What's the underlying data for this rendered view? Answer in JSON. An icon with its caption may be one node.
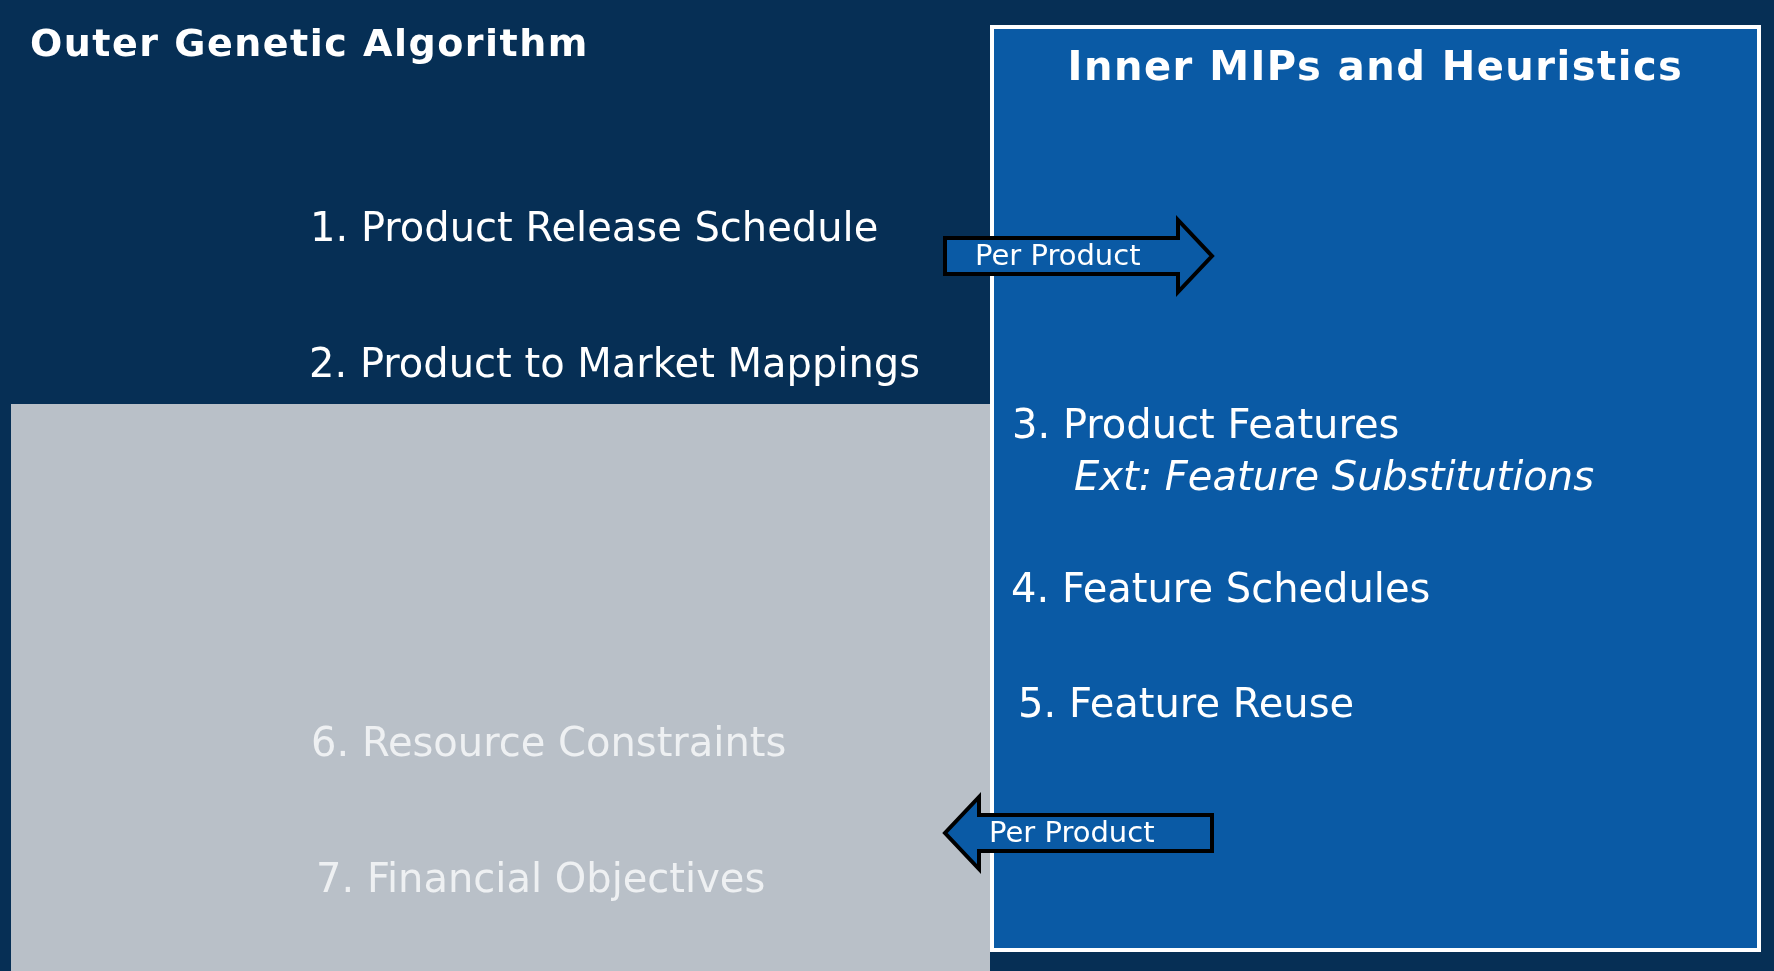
{
  "diagram": {
    "nodes": [
      {
        "text": [
          "Outer Genetic Algorithm",
          "1. Product Release Schedule",
          "2. Product to Market Mappings",
          "6. Resource Constraints",
          "7. Financial Objectives"
        ]
      },
      {
        "text": [
          "Inner MIPs and Heuristics",
          "3. Product Features",
          "Ext: Feature Substitutions",
          "4. Feature Schedules",
          "5. Feature Reuse"
        ]
      }
    ],
    "edges": [
      {
        "from": 0,
        "to": 1,
        "arrow": "to",
        "label": "Per Product"
      },
      {
        "from": 1,
        "to": 0,
        "arrow": "to",
        "label": "Per Product"
      }
    ]
  }
}
